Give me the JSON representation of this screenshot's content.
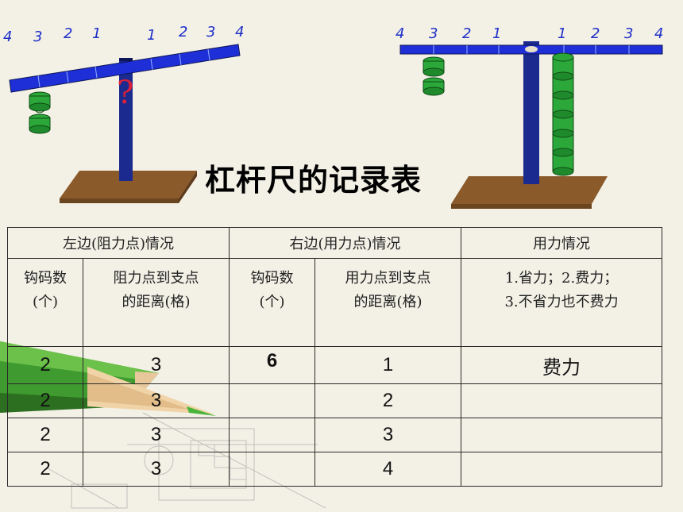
{
  "title": "杠杆尺的记录表",
  "balance_left": {
    "ticks_left": [
      "4",
      "3",
      "2",
      "1"
    ],
    "ticks_right": [
      "1",
      "2",
      "3",
      "4"
    ],
    "question_mark": "?"
  },
  "balance_right": {
    "ticks_left": [
      "4",
      "3",
      "2",
      "1"
    ],
    "ticks_right": [
      "1",
      "2",
      "3",
      "4"
    ]
  },
  "table": {
    "header_left": "左边(阻力点)情况",
    "header_right": "右边(用力点)情况",
    "header_force": "用力情况",
    "sub_left_count": "钩码数",
    "sub_left_count_unit": "(个)",
    "sub_left_dist": "阻力点到支点",
    "sub_left_dist_unit": "的距离(格)",
    "sub_right_count": "钩码数",
    "sub_right_count_unit": "(个)",
    "sub_right_dist": "用力点到支点",
    "sub_right_dist_unit": "的距离(格)",
    "sub_force_line1": "1.省力；2.费力；",
    "sub_force_line2": "3.不省力也不费力",
    "rows": [
      {
        "left_count": "2",
        "left_dist": "3",
        "right_count": "6",
        "right_dist": "1",
        "force": "费力"
      },
      {
        "left_count": "2",
        "left_dist": "3",
        "right_count": "",
        "right_dist": "2",
        "force": ""
      },
      {
        "left_count": "2",
        "left_dist": "3",
        "right_count": "",
        "right_dist": "3",
        "force": ""
      },
      {
        "left_count": "2",
        "left_dist": "3",
        "right_count": "",
        "right_dist": "4",
        "force": ""
      }
    ]
  }
}
